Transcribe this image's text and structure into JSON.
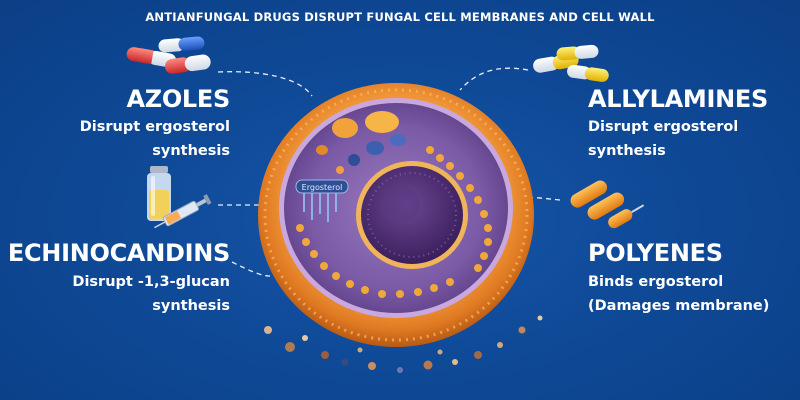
{
  "title": "ANTIANFUNGAL DRUGS DISRUPT FUNGAL CELL MEMBRANES AND CELL WALL",
  "drugs": {
    "azoles": {
      "name": "AZOLES",
      "line1": "Disrupt ergosterol",
      "line2": "synthesis"
    },
    "echinocandins": {
      "name": "ECHINOCANDINS",
      "line1": "Disrupt -1,3-glucan",
      "line2": "synthesis"
    },
    "allylamines": {
      "name": "ALLYLAMINES",
      "line1": "Disrupt ergosterol",
      "line2": "synthesis"
    },
    "polyenes": {
      "name": "POLYENES",
      "line1": "Binds ergosterol",
      "line2": "(Damages membrane)"
    }
  },
  "cell": {
    "ergosterol_label": "Ergosterol"
  },
  "colors": {
    "background": "#0f4a98",
    "cell_wall": "#e8842a",
    "cytoplasm": "#7b5aa6",
    "nucleus": "#4a2a6e",
    "text": "#ffffff"
  },
  "icons": [
    "capsule-pills-icon",
    "vial-icon",
    "syringe-icon",
    "capsule-pills-icon",
    "orange-capsules-icon"
  ]
}
